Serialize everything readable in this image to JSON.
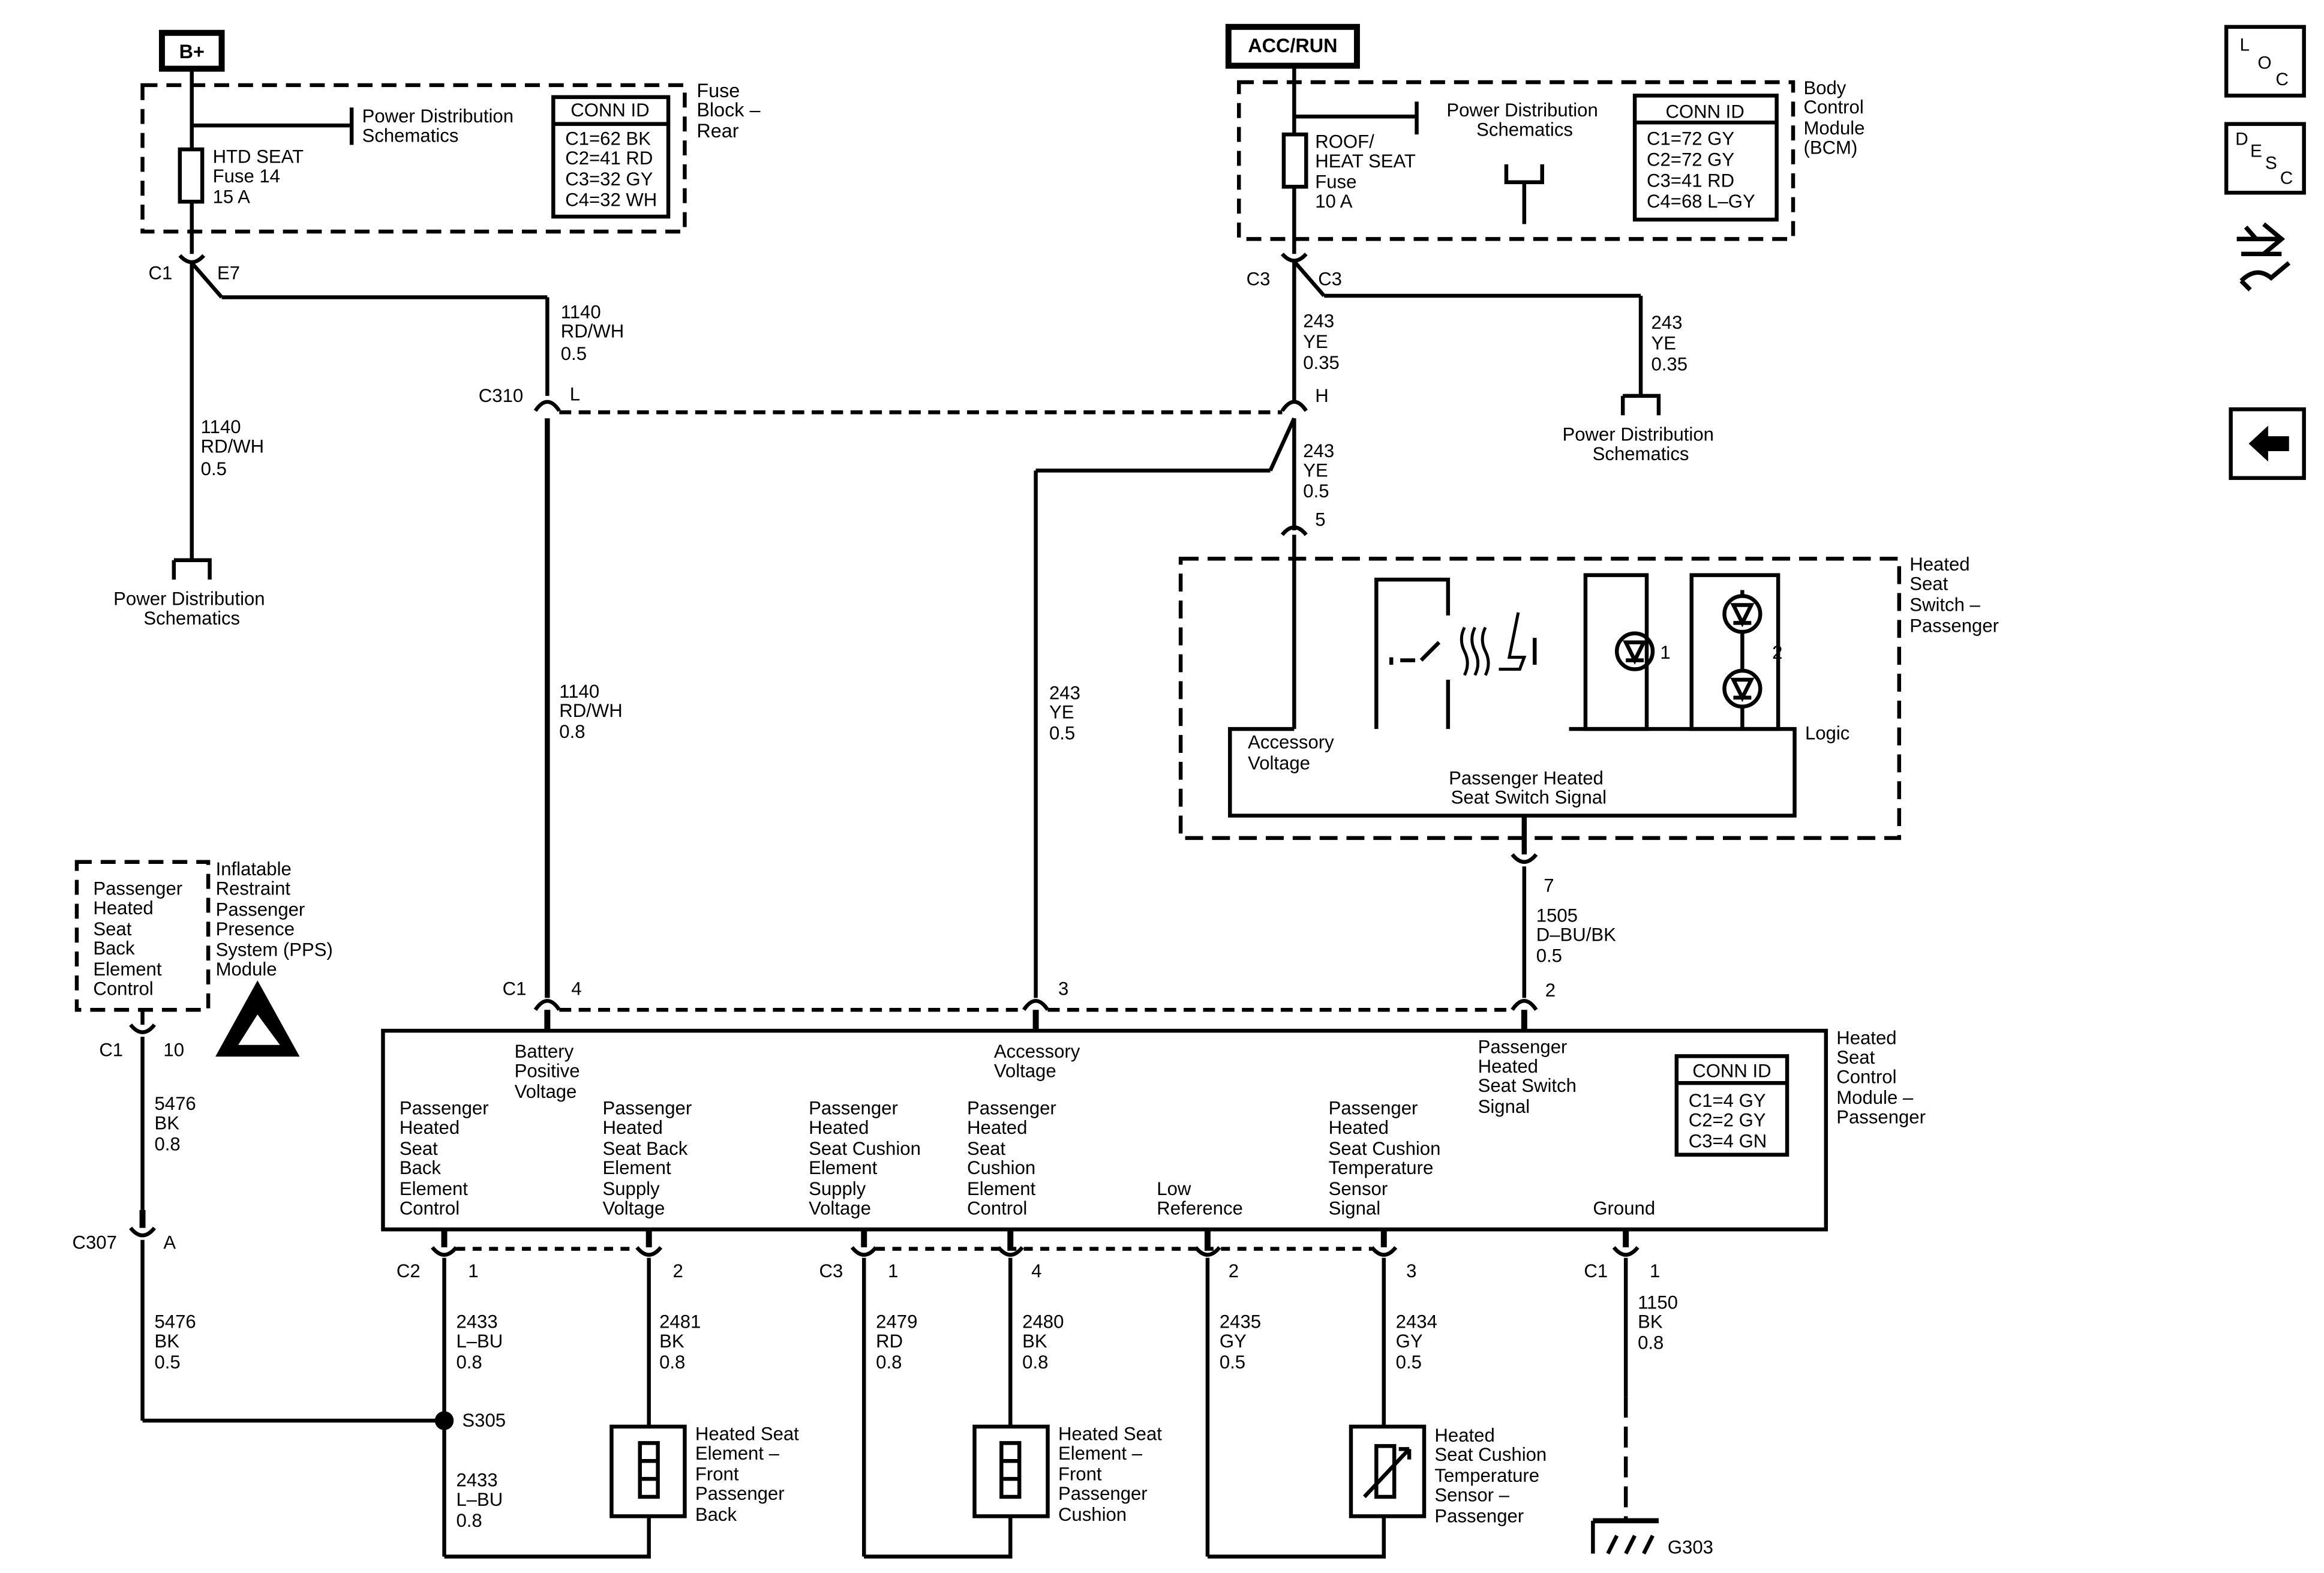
{
  "sources": {
    "bplus": "B+",
    "accrun": "ACC/RUN"
  },
  "fuse_block": {
    "title": [
      "Fuse",
      "Block –",
      "Rear"
    ],
    "fuse": [
      "HTD SEAT",
      "Fuse 14",
      "15 A"
    ],
    "pd_ref": [
      "Power Distribution",
      "Schematics"
    ],
    "conn_title": "CONN ID",
    "conn": [
      "C1=62 BK",
      "C2=41 RD",
      "C3=32 GY",
      "C4=32 WH"
    ]
  },
  "bcm": {
    "title": [
      "Body",
      "Control",
      "Module",
      "(BCM)"
    ],
    "fuse": [
      "ROOF/",
      "HEAT SEAT",
      "Fuse",
      "10 A"
    ],
    "pd_ref": [
      "Power Distribution",
      "Schematics"
    ],
    "conn_title": "CONN ID",
    "conn": [
      "C1=72 GY",
      "C2=72 GY",
      "C3=41 RD",
      "C4=68 L–GY"
    ]
  },
  "connectors": {
    "fb_c1": "C1",
    "fb_e7": "E7",
    "bcm_c3a": "C3",
    "bcm_c3b": "C3",
    "c310": "C310",
    "c310_l": "L",
    "c310_h": "H",
    "sw_pin5": "5",
    "sw_pin7": "7",
    "hm_c1": "C1",
    "hm_pin4": "4",
    "hm_pin3": "3",
    "hm_pin2": "2",
    "pps_c1": "C1",
    "pps_pin10": "10",
    "c307": "C307",
    "c307_a": "A",
    "c2": "C2",
    "c2_p1": "1",
    "c2_p2": "2",
    "c3": "C3",
    "c3_p1": "1",
    "c3_p4": "4",
    "c3_p2": "2",
    "c3_p3": "3",
    "gnd_c1": "C1",
    "gnd_p1": "1",
    "s305": "S305",
    "g303": "G303"
  },
  "wires": {
    "w1140_top": [
      "1140",
      "RD/WH",
      "0.5"
    ],
    "w1140_left": [
      "1140",
      "RD/WH",
      "0.5"
    ],
    "w1140_mid": [
      "1140",
      "RD/WH",
      "0.8"
    ],
    "w243_a": [
      "243",
      "YE",
      "0.35"
    ],
    "w243_b": [
      "243",
      "YE",
      "0.35"
    ],
    "w243_c": [
      "243",
      "YE",
      "0.5"
    ],
    "w243_d": [
      "243",
      "YE",
      "0.5"
    ],
    "w1505": [
      "1505",
      "D–BU/BK",
      "0.5"
    ],
    "w5476_a": [
      "5476",
      "BK",
      "0.8"
    ],
    "w5476_b": [
      "5476",
      "BK",
      "0.5"
    ],
    "w2433_a": [
      "2433",
      "L–BU",
      "0.8"
    ],
    "w2433_b": [
      "2433",
      "L–BU",
      "0.8"
    ],
    "w2481": [
      "2481",
      "BK",
      "0.8"
    ],
    "w2479": [
      "2479",
      "RD",
      "0.8"
    ],
    "w2480": [
      "2480",
      "BK",
      "0.8"
    ],
    "w2435": [
      "2435",
      "GY",
      "0.5"
    ],
    "w2434": [
      "2434",
      "GY",
      "0.5"
    ],
    "w1150": [
      "1150",
      "BK",
      "0.8"
    ]
  },
  "pd_refs": {
    "left": [
      "Power Distribution",
      "Schematics"
    ],
    "right": [
      "Power Distribution",
      "Schematics"
    ]
  },
  "switch": {
    "title": [
      "Heated",
      "Seat",
      "Switch –",
      "Passenger"
    ],
    "accessory": [
      "Accessory",
      "Voltage"
    ],
    "logic": "Logic",
    "signal": [
      "Passenger Heated",
      "Seat Switch Signal"
    ],
    "led1": "1",
    "led2": "2"
  },
  "pps": {
    "box": [
      "Passenger",
      "Heated",
      "Seat",
      "Back",
      "Element",
      "Control"
    ],
    "title": [
      "Inflatable",
      "Restraint",
      "Passenger",
      "Presence",
      "System (PPS)",
      "Module"
    ]
  },
  "module": {
    "title": [
      "Heated",
      "Seat",
      "Control",
      "Module –",
      "Passenger"
    ],
    "batt": [
      "Battery",
      "Positive",
      "Voltage"
    ],
    "acc": [
      "Accessory",
      "Voltage"
    ],
    "switch_sig": [
      "Passenger",
      "Heated",
      "Seat Switch",
      "Signal"
    ],
    "back_ctrl": [
      "Passenger",
      "Heated",
      "Seat",
      "Back",
      "Element",
      "Control"
    ],
    "back_supply": [
      "Passenger",
      "Heated",
      "Seat Back",
      "Element",
      "Supply",
      "Voltage"
    ],
    "cush_supply": [
      "Passenger",
      "Heated",
      "Seat Cushion",
      "Element",
      "Supply",
      "Voltage"
    ],
    "cush_ctrl": [
      "Passenger",
      "Heated",
      "Seat",
      "Cushion",
      "Element",
      "Control"
    ],
    "low_ref": [
      "Low",
      "Reference"
    ],
    "temp_sig": [
      "Passenger",
      "Heated",
      "Seat Cushion",
      "Temperature",
      "Sensor",
      "Signal"
    ],
    "ground": "Ground",
    "conn_title": "CONN ID",
    "conn": [
      "C1=4 GY",
      "C2=2 GY",
      "C3=4 GN"
    ]
  },
  "elements": {
    "back": [
      "Heated Seat",
      "Element –",
      "Front",
      "Passenger",
      "Back"
    ],
    "cushion": [
      "Heated Seat",
      "Element –",
      "Front",
      "Passenger",
      "Cushion"
    ],
    "sensor": [
      "Heated",
      "Seat Cushion",
      "Temperature",
      "Sensor –",
      "Passenger"
    ]
  },
  "nav": {
    "loc": [
      "L",
      "O",
      "C"
    ],
    "desc": [
      "D",
      "E",
      "S",
      "C"
    ]
  }
}
